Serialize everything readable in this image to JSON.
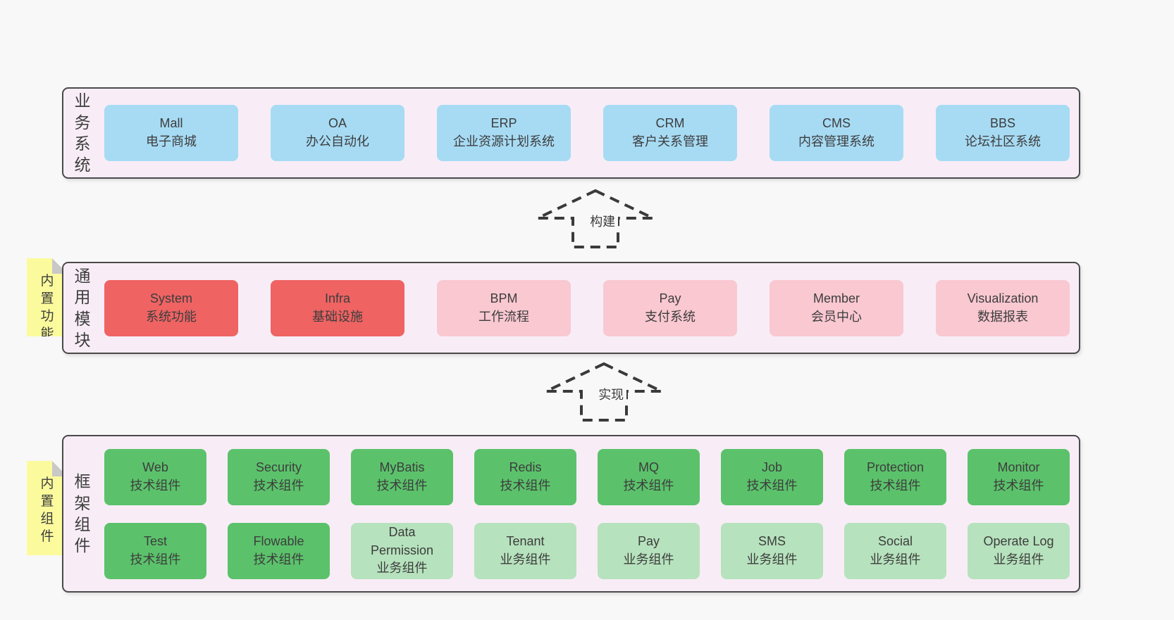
{
  "colors": {
    "page_bg": "#f8f8f8",
    "layer_bg": "#f8edf6",
    "layer_border": "#4a4a4a",
    "dash": "#3a3a3a",
    "text": "#3d3d3d",
    "blue": "#a7dbf4",
    "red": "#ef6363",
    "pink": "#f9c8d1",
    "green": "#5bc26b",
    "green_light": "#b6e2bd",
    "note_yellow": "#fbfb9d",
    "note_fold": "#c8c8c8"
  },
  "arrows": [
    {
      "label": "构建"
    },
    {
      "label": "实现"
    }
  ],
  "notes": [
    {
      "label": "内置功能"
    },
    {
      "label": "内置组件"
    }
  ],
  "layers": [
    {
      "label": "业务系统",
      "rows": [
        [
          {
            "title": "Mall",
            "subtitle": "电子商城",
            "variant": "blue"
          },
          {
            "title": "OA",
            "subtitle": "办公自动化",
            "variant": "blue"
          },
          {
            "title": "ERP",
            "subtitle": "企业资源计划系统",
            "variant": "blue"
          },
          {
            "title": "CRM",
            "subtitle": "客户关系管理",
            "variant": "blue"
          },
          {
            "title": "CMS",
            "subtitle": "内容管理系统",
            "variant": "blue"
          },
          {
            "title": "BBS",
            "subtitle": "论坛社区系统",
            "variant": "blue"
          }
        ]
      ]
    },
    {
      "label": "通用模块",
      "rows": [
        [
          {
            "title": "System",
            "subtitle": "系统功能",
            "variant": "red"
          },
          {
            "title": "Infra",
            "subtitle": "基础设施",
            "variant": "red"
          },
          {
            "title": "BPM",
            "subtitle": "工作流程",
            "variant": "pink"
          },
          {
            "title": "Pay",
            "subtitle": "支付系统",
            "variant": "pink"
          },
          {
            "title": "Member",
            "subtitle": "会员中心",
            "variant": "pink"
          },
          {
            "title": "Visualization",
            "subtitle": "数据报表",
            "variant": "pink"
          }
        ]
      ]
    },
    {
      "label": "框架组件",
      "rows": [
        [
          {
            "title": "Web",
            "subtitle": "技术组件",
            "variant": "green"
          },
          {
            "title": "Security",
            "subtitle": "技术组件",
            "variant": "green"
          },
          {
            "title": "MyBatis",
            "subtitle": "技术组件",
            "variant": "green"
          },
          {
            "title": "Redis",
            "subtitle": "技术组件",
            "variant": "green"
          },
          {
            "title": "MQ",
            "subtitle": "技术组件",
            "variant": "green"
          },
          {
            "title": "Job",
            "subtitle": "技术组件",
            "variant": "green"
          },
          {
            "title": "Protection",
            "subtitle": "技术组件",
            "variant": "green"
          },
          {
            "title": "Monitor",
            "subtitle": "技术组件",
            "variant": "green"
          }
        ],
        [
          {
            "title": "Test",
            "subtitle": "技术组件",
            "variant": "green"
          },
          {
            "title": "Flowable",
            "subtitle": "技术组件",
            "variant": "green"
          },
          {
            "title": "Data Permission",
            "subtitle": "业务组件",
            "variant": "green-light"
          },
          {
            "title": "Tenant",
            "subtitle": "业务组件",
            "variant": "green-light"
          },
          {
            "title": "Pay",
            "subtitle": "业务组件",
            "variant": "green-light"
          },
          {
            "title": "SMS",
            "subtitle": "业务组件",
            "variant": "green-light"
          },
          {
            "title": "Social",
            "subtitle": "业务组件",
            "variant": "green-light"
          },
          {
            "title": "Operate Log",
            "subtitle": "业务组件",
            "variant": "green-light"
          }
        ]
      ]
    }
  ]
}
